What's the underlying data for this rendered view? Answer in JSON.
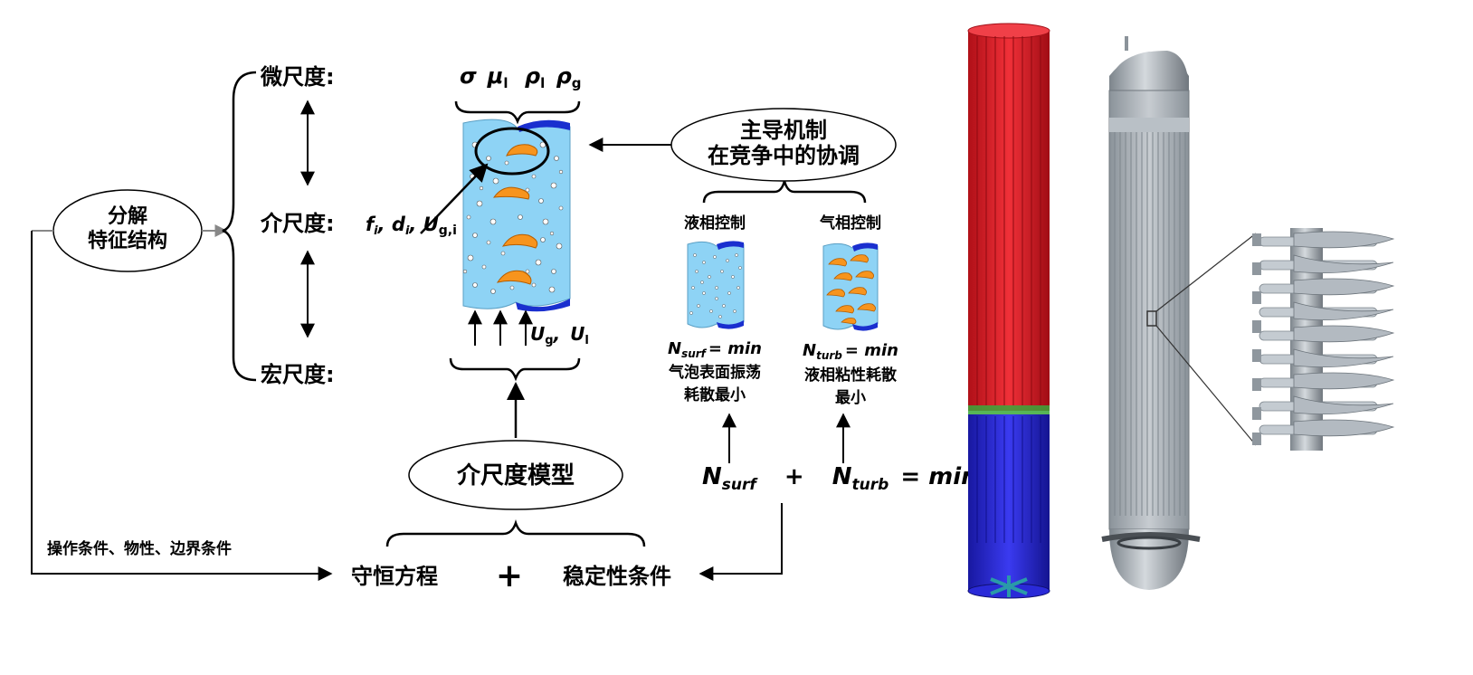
{
  "scale_labels": {
    "micro": "微尺度:",
    "meso": "介尺度:",
    "macro": "宏尺度:"
  },
  "decompose": {
    "line1": "分解",
    "line2": "特征结构"
  },
  "mechanism": {
    "line1": "主导机制",
    "line2": "在竞争中的协调"
  },
  "meso_model": "介尺度模型",
  "properties": {
    "sigma": "σ",
    "mu": "μ",
    "mu_sub": "l",
    "rho_l": "ρ",
    "rho_l_sub": "l",
    "rho_g": "ρ",
    "rho_g_sub": "g"
  },
  "meso_params": {
    "f": "f",
    "f_sub": "i",
    "sep1": ",",
    "d": "d",
    "d_sub": "i",
    "sep2": ",",
    "u": "U",
    "u_sub": "g,i"
  },
  "velocities": {
    "ug": "U",
    "ug_sub": "g",
    "sep": ",",
    "ul": "U",
    "ul_sub": "l"
  },
  "liquid_control": {
    "title": "液相控制",
    "eq_n": "N",
    "eq_sub": "surf",
    "eq_rest": "= min",
    "desc1": "气泡表面振荡",
    "desc2": "耗散最小"
  },
  "gas_control": {
    "title": "气相控制",
    "eq_n": "N",
    "eq_sub": "turb",
    "eq_rest": "= min",
    "desc1": "液相粘性耗散",
    "desc2": "最小"
  },
  "total_equation": {
    "n1": "N",
    "n1_sub": "surf",
    "plus": "+",
    "n2": "N",
    "n2_sub": "turb",
    "rest": "= min"
  },
  "operating_conditions": "操作条件、物性、边界条件",
  "conservation": "守恒方程",
  "plus_symbol": "+",
  "stability": "稳定性条件",
  "colors": {
    "liquid": "#8ed3f5",
    "bubble": "#f7941d",
    "hot_section": "#e0202a",
    "cold_section": "#2a2ad8",
    "interface": "#3aa83a",
    "reactor": "#a9b1b8"
  }
}
